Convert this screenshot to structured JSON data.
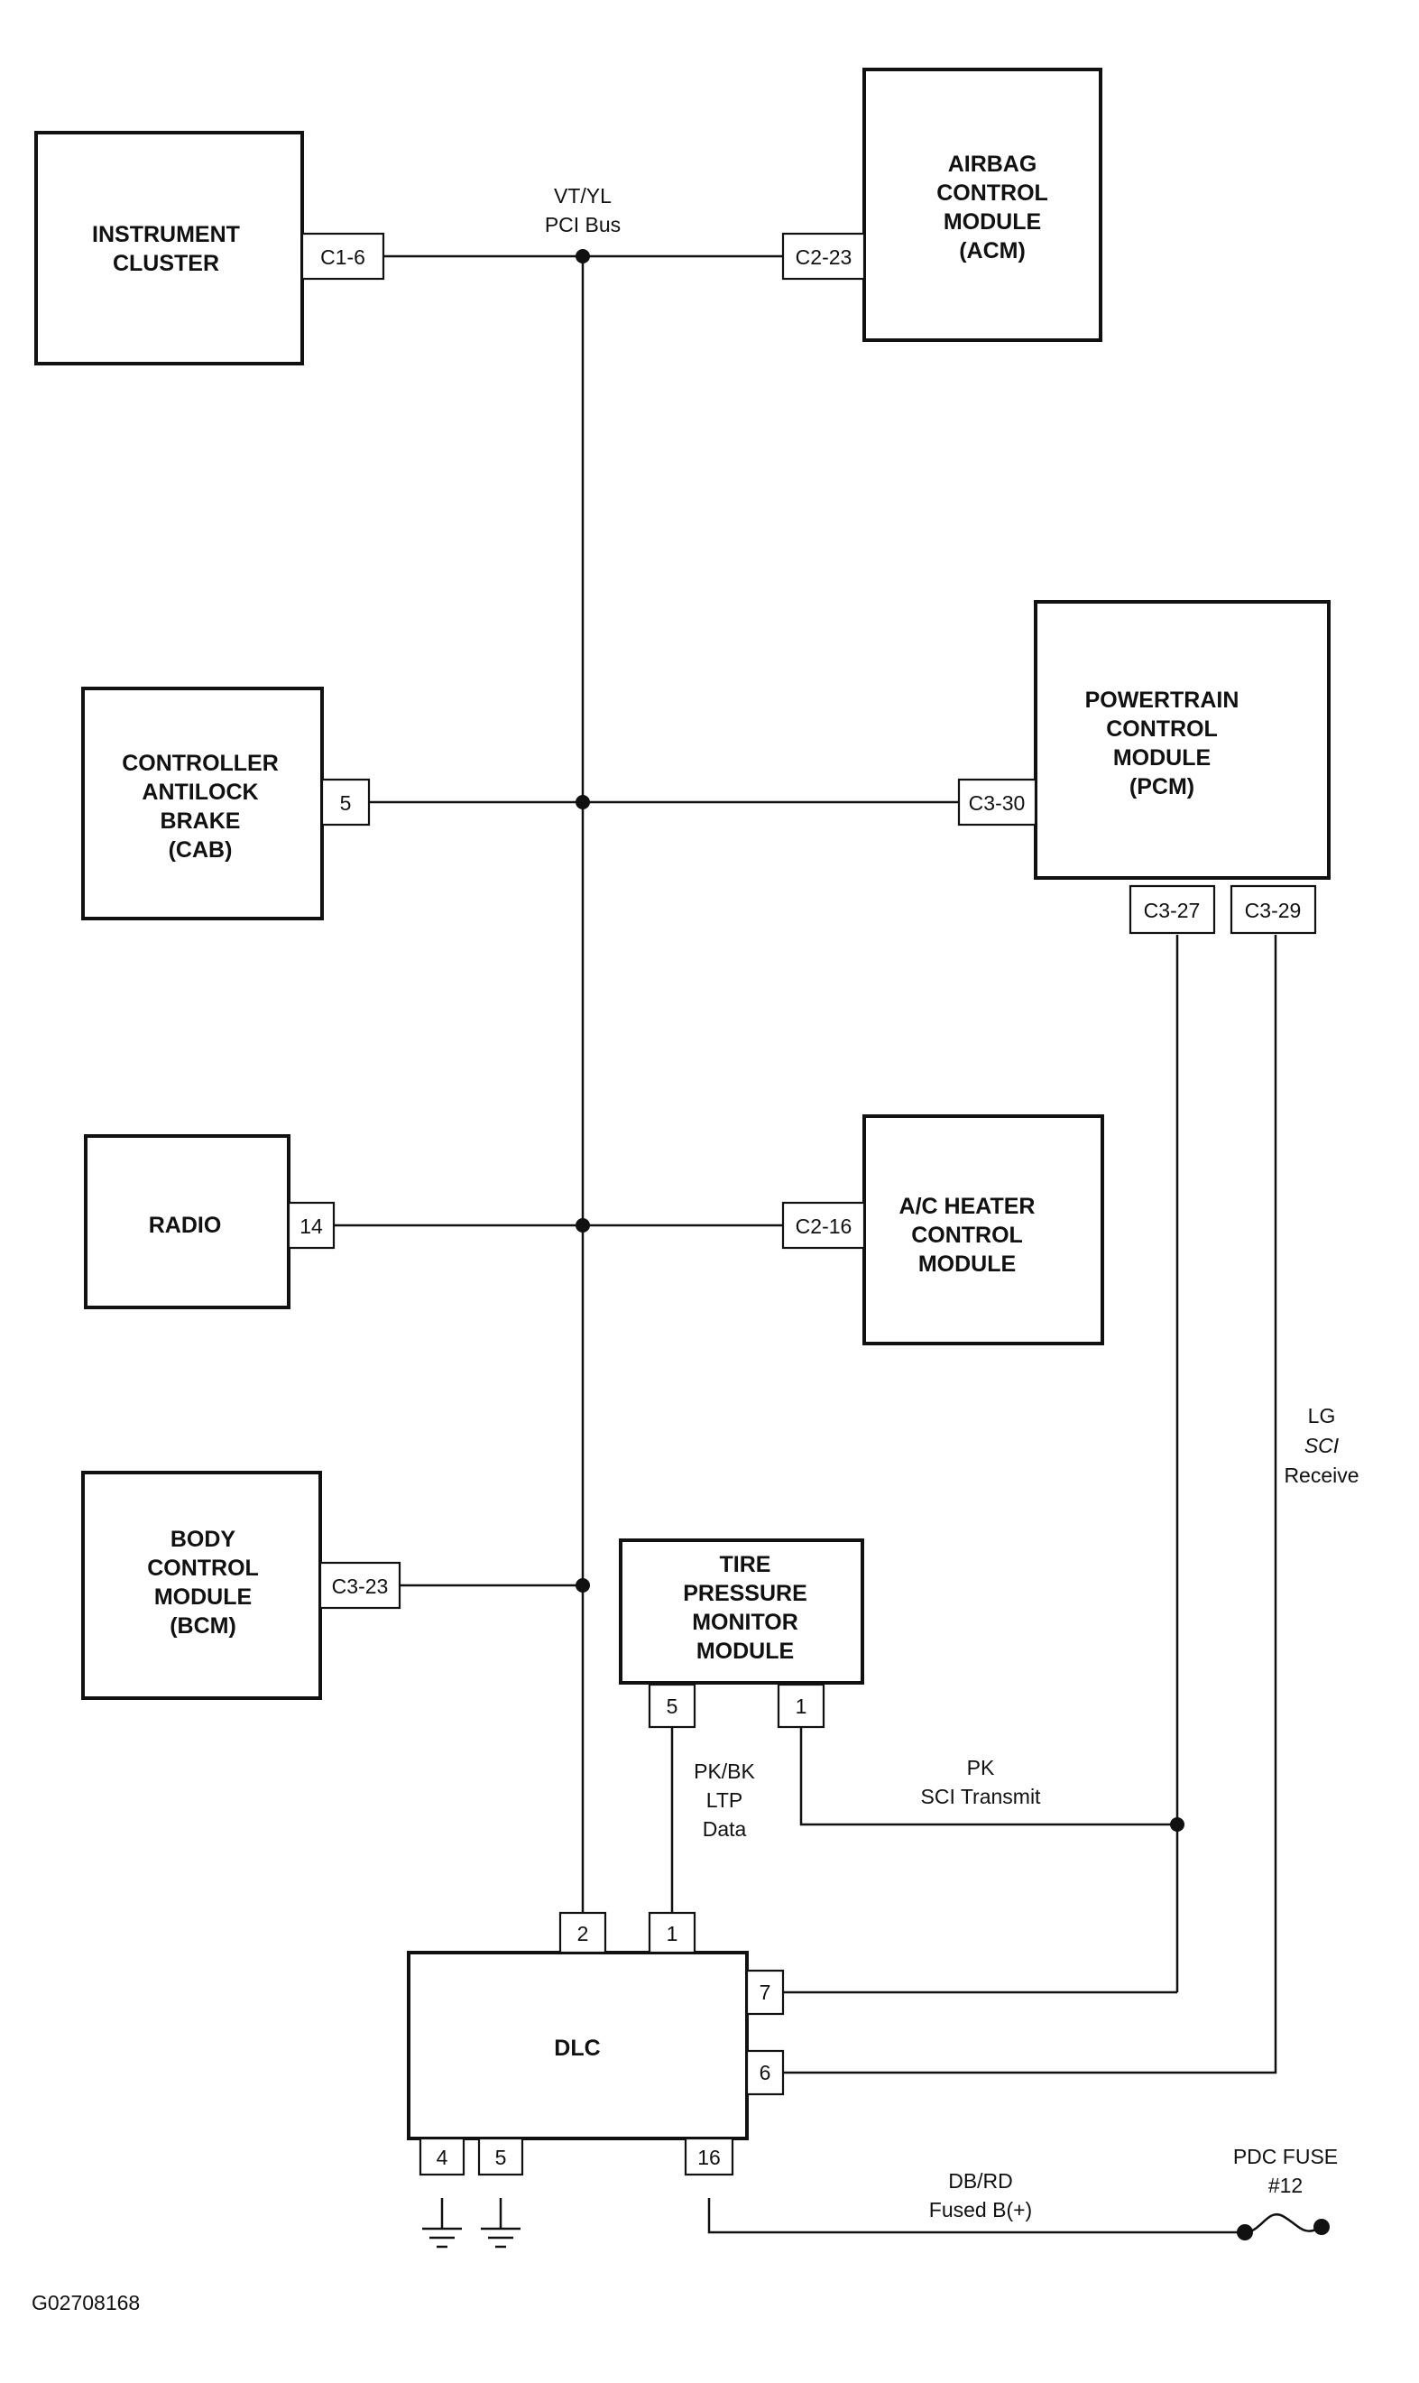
{
  "modules": {
    "instrument_cluster": [
      "INSTRUMENT",
      "CLUSTER"
    ],
    "acm": [
      "AIRBAG",
      "CONTROL",
      "MODULE",
      "(ACM)"
    ],
    "cab": [
      "CONTROLLER",
      "ANTILOCK",
      "BRAKE",
      "(CAB)"
    ],
    "pcm": [
      "POWERTRAIN",
      "CONTROL",
      "MODULE",
      "(PCM)"
    ],
    "radio": [
      "RADIO"
    ],
    "ac_heater": [
      "A/C HEATER",
      "CONTROL",
      "MODULE"
    ],
    "bcm": [
      "BODY",
      "CONTROL",
      "MODULE",
      "(BCM)"
    ],
    "tpm": [
      "TIRE",
      "PRESSURE",
      "MONITOR",
      "MODULE"
    ],
    "dlc": [
      "DLC"
    ]
  },
  "pins": {
    "ic_c1_6": "C1-6",
    "acm_c2_23": "C2-23",
    "cab_5": "5",
    "pcm_c3_30": "C3-30",
    "pcm_c3_27": "C3-27",
    "pcm_c3_29": "C3-29",
    "radio_14": "14",
    "ac_c2_16": "C2-16",
    "bcm_c3_23": "C3-23",
    "tpm_5": "5",
    "tpm_1": "1",
    "dlc_2": "2",
    "dlc_1": "1",
    "dlc_7": "7",
    "dlc_6": "6",
    "dlc_4": "4",
    "dlc_5": "5",
    "dlc_16": "16"
  },
  "wires": {
    "pci_bus": [
      "VT/YL",
      "PCI Bus"
    ],
    "sci_receive": [
      "LG",
      "SCI",
      "Receive"
    ],
    "sci_transmit": [
      "PK",
      "SCI Transmit"
    ],
    "ltp_data": [
      "PK/BK",
      "LTP",
      "Data"
    ],
    "fused_b": [
      "DB/RD",
      "Fused B(+)"
    ]
  },
  "fuse": [
    "PDC FUSE",
    "#12"
  ],
  "figure_id": "G02708168"
}
